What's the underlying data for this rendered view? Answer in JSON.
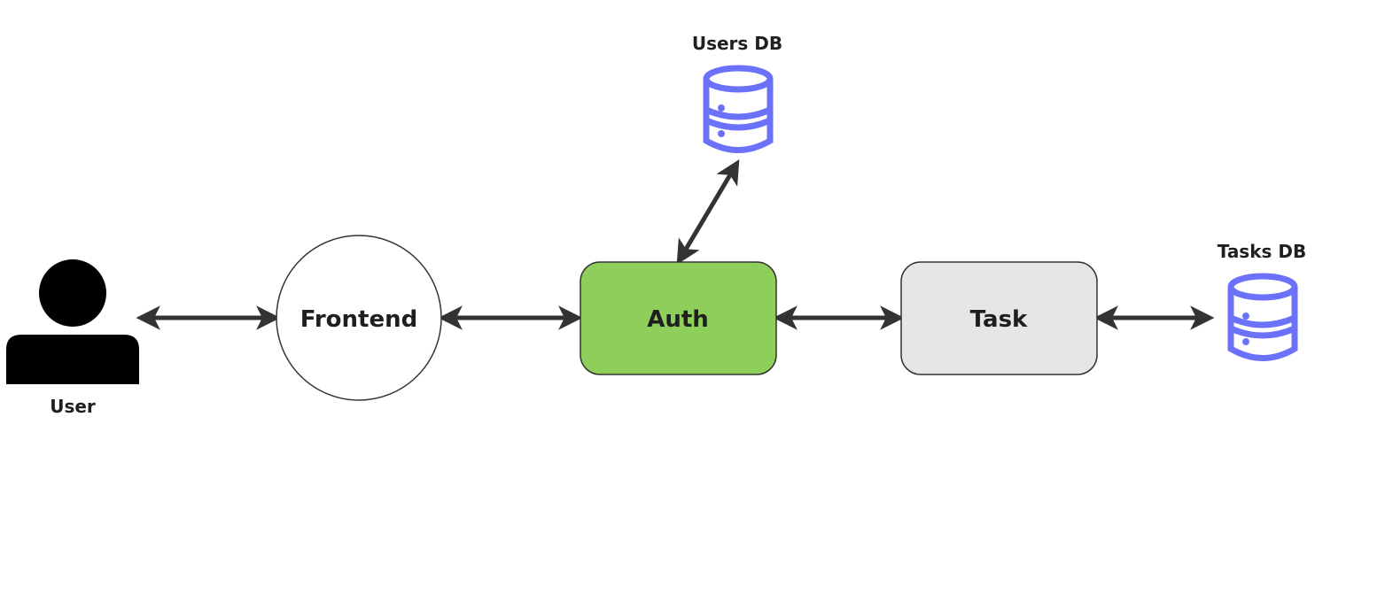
{
  "nodes": {
    "user": {
      "label": "User",
      "icon": "user-icon"
    },
    "frontend": {
      "label": "Frontend"
    },
    "auth": {
      "label": "Auth",
      "fill": "#8ecf5b"
    },
    "task": {
      "label": "Task",
      "fill": "#e6e6e6"
    },
    "users_db": {
      "label": "Users DB",
      "icon": "database-icon",
      "color": "#6b72f9"
    },
    "tasks_db": {
      "label": "Tasks DB",
      "icon": "database-icon",
      "color": "#6b72f9"
    }
  },
  "connections": [
    {
      "from": "User",
      "to": "Frontend",
      "direction": "bidirectional"
    },
    {
      "from": "Frontend",
      "to": "Auth",
      "direction": "bidirectional"
    },
    {
      "from": "Auth",
      "to": "Users DB",
      "direction": "bidirectional"
    },
    {
      "from": "Auth",
      "to": "Task",
      "direction": "bidirectional"
    },
    {
      "from": "Task",
      "to": "Tasks DB",
      "direction": "bidirectional"
    }
  ],
  "colors": {
    "arrow": "#333333",
    "stroke": "#333333"
  }
}
